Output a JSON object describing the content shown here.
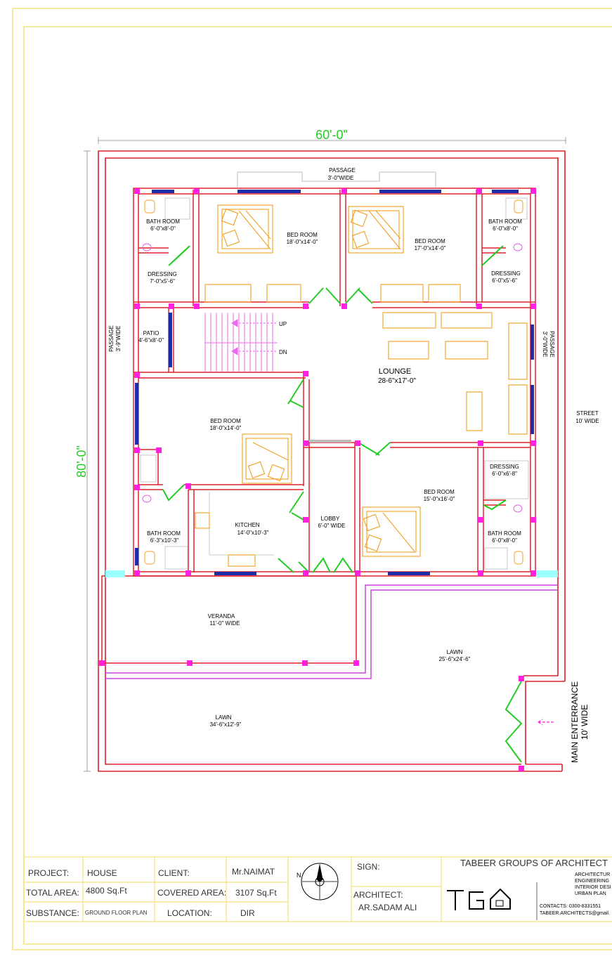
{
  "dimensions": {
    "width": "60'-0\"",
    "height": "80'-0\""
  },
  "rooms": {
    "passage_top": {
      "name": "PASSAGE",
      "size": "3'-0\"WIDE"
    },
    "bath_tl": {
      "name": "BATH ROOM",
      "size": "6'-0\"x8'-0\""
    },
    "bed_1": {
      "name": "BED ROOM",
      "size": "18'-0\"x14'-0\""
    },
    "bed_2": {
      "name": "BED ROOM",
      "size": "17'-0\"x14'-0\""
    },
    "bath_tr": {
      "name": "BATH ROOM",
      "size": "6'-0\"x8'-0\""
    },
    "dressing_tl": {
      "name": "DRESSING",
      "size": "7'-0\"x5'-6\""
    },
    "dressing_tr": {
      "name": "DRESSING",
      "size": "6'-0\"x5'-6\""
    },
    "passage_left": {
      "name": "PASSAGE",
      "size": "3'-9\"WIDE"
    },
    "passage_right": {
      "name": "PASSAGE",
      "size": "3'-0\"WIDE"
    },
    "patio": {
      "name": "PATIO",
      "size": "4'-6\"x8'-0\""
    },
    "stairs_up": "UP",
    "stairs_dn": "DN",
    "lounge": {
      "name": "LOUNGE",
      "size": "28-6\"x17'-0\""
    },
    "street": {
      "name": "STREET",
      "size": "10' WIDE"
    },
    "bed_3": {
      "name": "BED ROOM",
      "size": "18'-0\"x14'-0\""
    },
    "dressing_r2": {
      "name": "DRESSING",
      "size": "6'-0\"x6'-8\""
    },
    "bed_4": {
      "name": "BED ROOM",
      "size": "15'-0\"x16'-0\""
    },
    "kitchen": {
      "name": "KITCHEN",
      "size": "14'-0\"x10'-3\""
    },
    "lobby": {
      "name": "LOBBY",
      "size": "6'-0\" WIDE"
    },
    "bath_bl": {
      "name": "BATH ROOM",
      "size": "6'-3\"x10'-3\""
    },
    "bath_br": {
      "name": "BATH ROOM",
      "size": "6'-0\"x8'-0\""
    },
    "veranda": {
      "name": "VERANDA",
      "size": "11'-0\" WIDE"
    },
    "lawn_right": {
      "name": "LAWN",
      "size": "25'-6\"x24'-6\""
    },
    "lawn_bottom": {
      "name": "LAWN",
      "size": "34'-6\"x12'-9\""
    },
    "main_entrance": {
      "name": "MAIN ENTERRANCE",
      "size": "10' WIDE"
    }
  },
  "title_block": {
    "project_label": "PROJECT:",
    "project_value": "HOUSE",
    "client_label": "CLIENT:",
    "client_value": "Mr.NAIMAT",
    "total_area_label": "TOTAL AREA:",
    "total_area_value": "4800 Sq.Ft",
    "covered_area_label": "COVERED AREA:",
    "covered_area_value": "3107 Sq.Ft",
    "substance_label": "SUBSTANCE:",
    "substance_value": "GROUND FLOOR PLAN",
    "location_label": "LOCATION:",
    "location_value": "DIR",
    "compass_label": "N",
    "sign_label": "SIGN:",
    "architect_label": "ARCHITECT:",
    "architect_value": "AR.SADAM ALI",
    "firm_name": "TABEER GROUPS OF ARCHITECT",
    "services": [
      "ARCHITECTUR",
      "ENGINEERING",
      "INTERIOR DESI",
      "URBAN PLAN"
    ],
    "contacts": "CONTACTS: 0300-8331551",
    "email": "TABEER.ARCHITECTS@gmail."
  },
  "colors": {
    "wall": "#e0202a",
    "column": "#ff20e0",
    "door": "#22cc22",
    "window": "#1e2ea8",
    "frame": "#f2e27a",
    "furniture": "#f0a020",
    "stair": "#ee66ee"
  }
}
